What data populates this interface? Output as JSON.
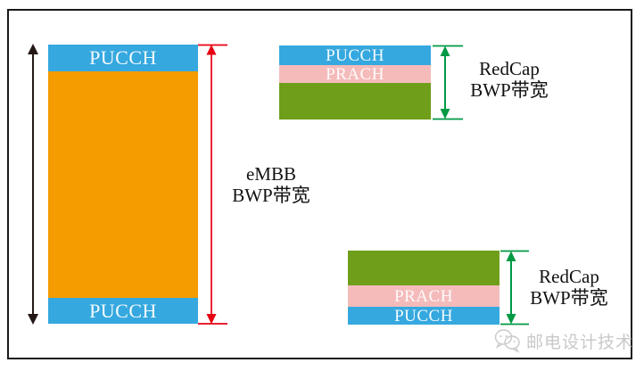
{
  "diagram": {
    "embb": {
      "top_channel": "PUCCH",
      "bottom_channel": "PUCCH",
      "label_line1": "eMBB",
      "label_line2": "BWP带宽"
    },
    "redcap_top": {
      "channel_1": "PUCCH",
      "channel_2": "PRACH",
      "label_line1": "RedCap",
      "label_line2": "BWP带宽"
    },
    "redcap_bottom": {
      "channel_1": "PRACH",
      "channel_2": "PUCCH",
      "label_line1": "RedCap",
      "label_line2": "BWP带宽"
    },
    "colors": {
      "pucch_blue": "#35a8df",
      "embb_orange": "#f49c00",
      "prach_pink": "#f5bbbb",
      "data_green": "#6f9e1b",
      "arrow_red": "#e60012",
      "arrow_black": "#231815",
      "arrow_green": "#009944",
      "watermark_gray": "#c9c9c9"
    }
  },
  "watermark": {
    "text": "邮电设计技术"
  }
}
